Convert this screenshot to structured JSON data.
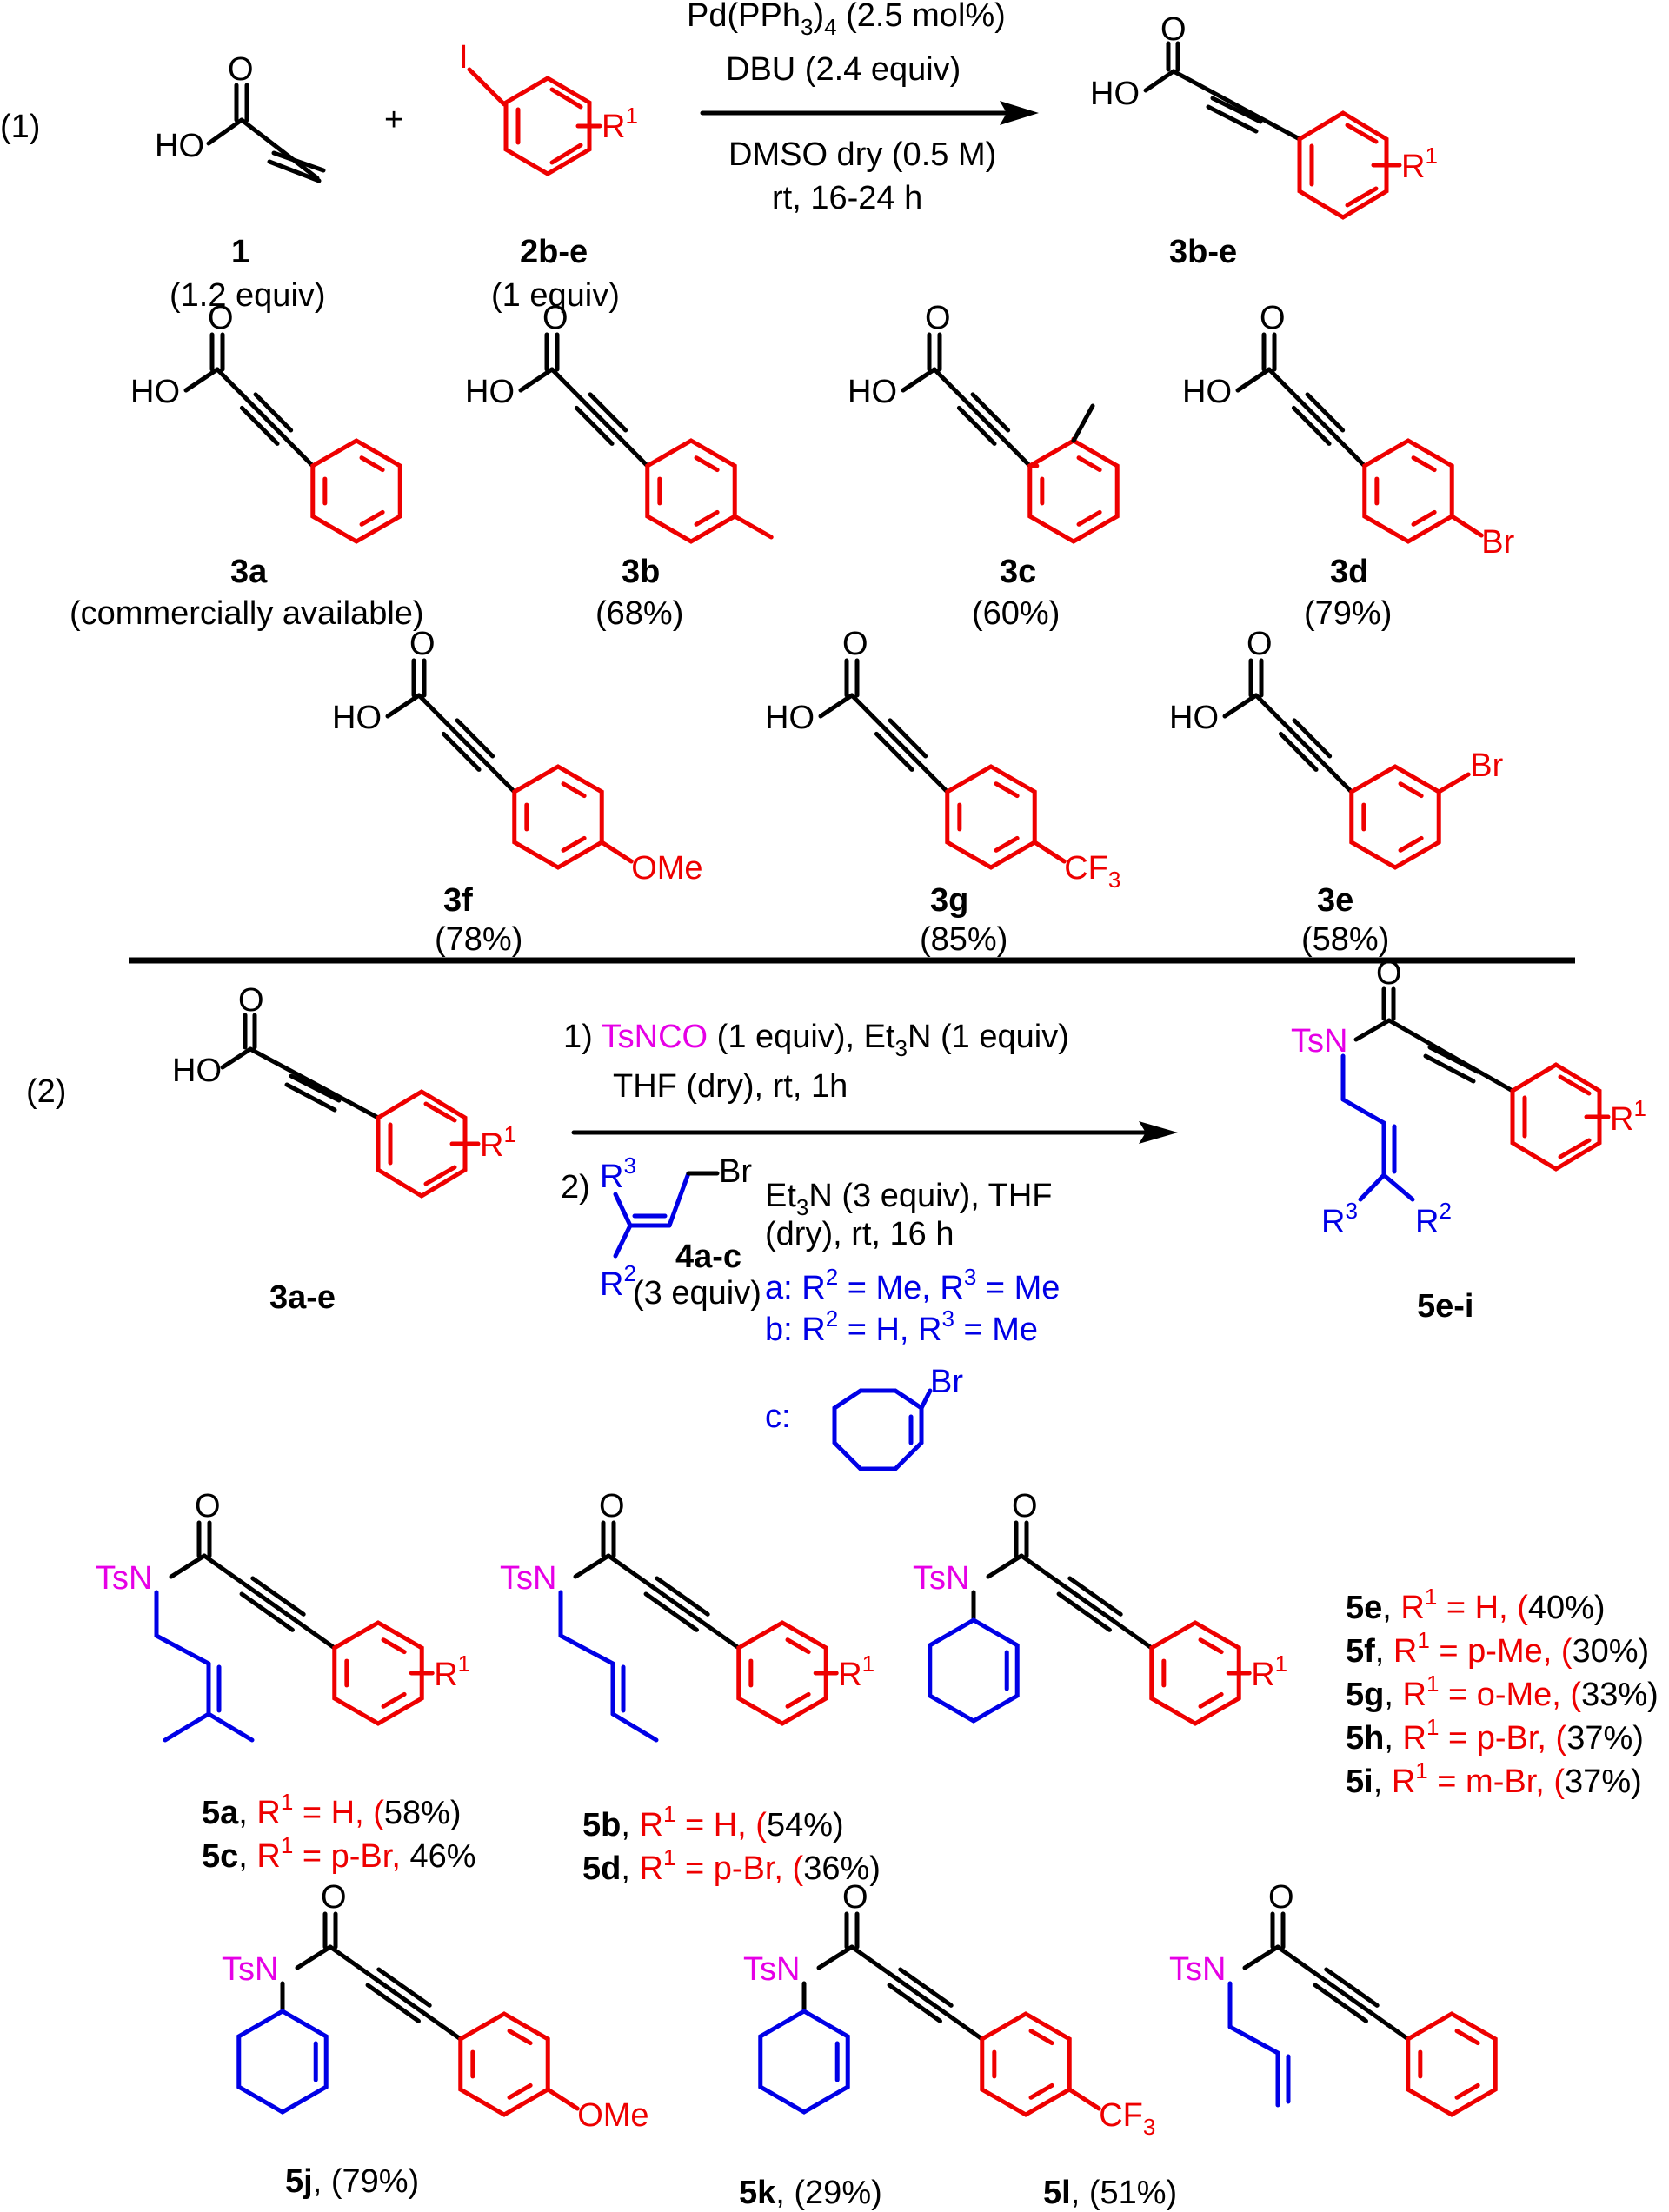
{
  "scheme": {
    "colors": {
      "aryl": "#ee0000",
      "alkenyl": "#0000e6",
      "tosyl": "#e600e6",
      "default": "#000000"
    },
    "part1": {
      "number": "(1)",
      "reactant1": {
        "id": "1",
        "equiv": "(1.2 equiv)",
        "atoms": {
          "O": "O",
          "OH": "HO"
        }
      },
      "plus": "+",
      "reactant2": {
        "id": "2b-e",
        "equiv": "(1 equiv)",
        "atoms": {
          "I": "I",
          "R": "R",
          "R_sup": "1"
        }
      },
      "conditions": {
        "above": [
          "Pd(PPh",
          "3",
          ")",
          "4",
          " (2.5 mol%)",
          "DBU (2.4 equiv)"
        ],
        "catalyst_prefix": "Pd(PPh",
        "catalyst_sub1": "3",
        "catalyst_mid": ")",
        "catalyst_sub2": "4",
        "catalyst_suffix": " (2.5 mol%)",
        "base": "DBU (2.4 equiv)",
        "solvent": "DMSO dry (0.5 M)",
        "time": "rt, 16-24 h"
      },
      "product": {
        "id": "3b-e"
      },
      "products": [
        {
          "id": "3a",
          "yield": "(commercially available)",
          "sub": ""
        },
        {
          "id": "3b",
          "yield": "(68%)",
          "sub": "p-Me"
        },
        {
          "id": "3c",
          "yield": "(60%)",
          "sub": "o-Me"
        },
        {
          "id": "3d",
          "yield": "(79%)",
          "sub": "Br"
        },
        {
          "id": "3f",
          "yield": "(78%)",
          "sub": "OMe"
        },
        {
          "id": "3g",
          "yield": "(85%)",
          "sub": "CF",
          "sub_sub": "3"
        },
        {
          "id": "3e",
          "yield": "(58%)",
          "sub": "Br"
        }
      ]
    },
    "part2": {
      "number": "(2)",
      "reactant": {
        "id": "3a-e"
      },
      "step1": {
        "num": "1) ",
        "reagent": "TsNCO",
        "rest1": " (1 equiv), Et",
        "sub": "3",
        "rest2": "N (1 equiv)",
        "line2": "THF (dry), rt, 1h"
      },
      "step2": {
        "num": "2)",
        "Br": "Br",
        "R3": "R",
        "R3_sup": "3",
        "R2": "R",
        "R2_sup": "2",
        "id": "4a-c",
        "equiv": "(3 equiv)",
        "cond1_a": "Et",
        "cond1_sub": "3",
        "cond1_b": "N (3 equiv), THF",
        "cond2": "(dry), rt, 16 h"
      },
      "variants": {
        "a": {
          "prefix": "a: R",
          "s1": "2",
          "m": " = Me, R",
          "s2": "3",
          "e": " = Me"
        },
        "b": {
          "prefix": "b: R",
          "s1": "2",
          "m": " = H, R",
          "s2": "3",
          "e": " = Me"
        },
        "c": {
          "prefix": "c:",
          "Br": "Br"
        }
      },
      "product": {
        "id": "5e-i",
        "TsN": "TsN",
        "R1": "R",
        "R1_sup": "1",
        "R2": "R",
        "R2_sup": "2",
        "R3": "R",
        "R3_sup": "3"
      },
      "series_labels": [
        {
          "id": "5e",
          "sub": "H",
          "yield": "40%"
        },
        {
          "id": "5f",
          "sub": "p-Me",
          "yield": "30%"
        },
        {
          "id": "5g",
          "sub": "o-Me",
          "yield": "33%"
        },
        {
          "id": "5h",
          "sub": "p-Br",
          "yield": "37%"
        },
        {
          "id": "5i",
          "sub": "m-Br",
          "yield": "37%"
        }
      ],
      "prenyl_labels": [
        {
          "id": "5a",
          "sub": "H",
          "yield": "(58%)",
          "paren": true
        },
        {
          "id": "5c",
          "sub": "p-Br",
          "yield": "46%",
          "paren": false
        }
      ],
      "crotyl_labels": [
        {
          "id": "5b",
          "sub": "H",
          "yield": "(54%)",
          "paren": true
        },
        {
          "id": "5d",
          "sub": "p-Br",
          "yield": "(36%)",
          "paren": true
        }
      ],
      "singles": [
        {
          "id": "5j",
          "yield": " (79%)",
          "sub": "OMe"
        },
        {
          "id": "5k",
          "yield": " (29%)",
          "sub": "CF",
          "sub_sub": "3"
        },
        {
          "id": "5l",
          "yield": " (51%)",
          "sub": ""
        }
      ]
    }
  }
}
